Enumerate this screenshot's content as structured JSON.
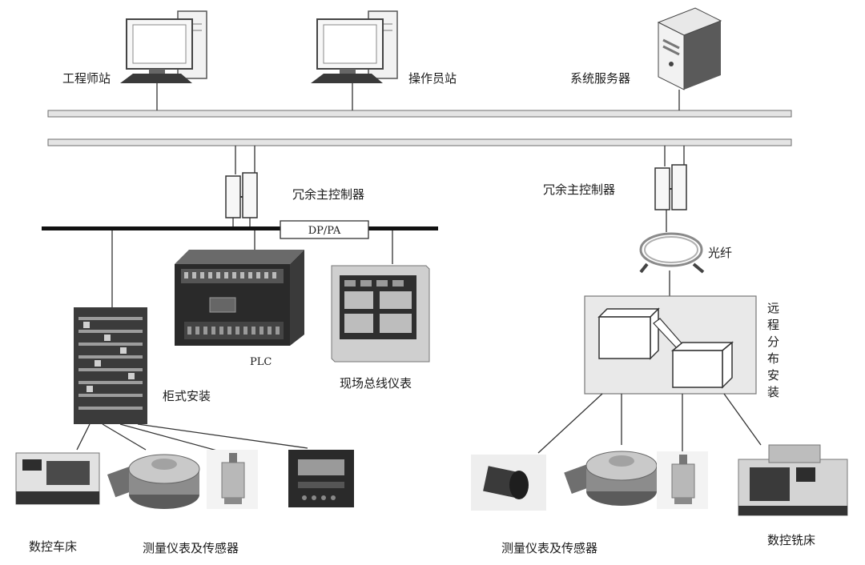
{
  "labels": {
    "engineer_station": "工程师站",
    "operator_station": "操作员站",
    "system_server": "系统服务器",
    "redundant_controller_left": "冗余主控制器",
    "redundant_controller_right": "冗余主控制器",
    "dp_pa": "DP/PA",
    "plc": "PLC",
    "field_bus_instrument": "现场总线仪表",
    "cabinet_install": "柜式安装",
    "fiber": "光纤",
    "remote_distributed": [
      "远",
      "程",
      "分",
      "布",
      "安",
      "装"
    ],
    "cnc_lathe": "数控车床",
    "instruments_sensors_left": "测量仪表及传感器",
    "instruments_sensors_right": "测量仪表及传感器",
    "cnc_mill": "数控铣床"
  },
  "icons": {
    "computer": "desktop-computer-icon",
    "server": "server-tower-icon",
    "controller": "redundant-controller-icon",
    "plc": "plc-device-icon",
    "hmi": "hmi-touch-panel-icon",
    "cabinet": "control-cabinet-icon",
    "fiber": "fiber-optic-cable-icon",
    "lathe": "cnc-lathe-icon",
    "load_cell": "load-cell-icon",
    "accelerometer": "accelerometer-sensor-icon",
    "meter": "digital-meter-icon",
    "proximity": "proximity-sensor-icon",
    "mill": "cnc-mill-icon"
  }
}
